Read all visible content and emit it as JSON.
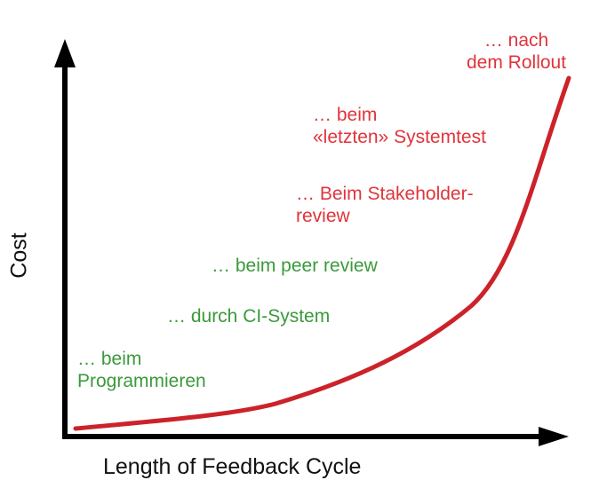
{
  "axes": {
    "y_label": "Cost",
    "x_label": "Length of Feedback Cycle"
  },
  "stages": [
    {
      "lines": [
        "… beim",
        "Programmieren"
      ],
      "color": "green"
    },
    {
      "lines": [
        "… durch CI-System"
      ],
      "color": "green"
    },
    {
      "lines": [
        "… beim peer review"
      ],
      "color": "green"
    },
    {
      "lines": [
        "… Beim Stakeholder-",
        "review"
      ],
      "color": "red"
    },
    {
      "lines": [
        "… beim",
        "«letzten» Systemtest"
      ],
      "color": "red"
    },
    {
      "lines": [
        "… nach",
        "dem Rollout"
      ],
      "color": "red"
    }
  ],
  "colors": {
    "green": "#3a9a3a",
    "red": "#e0343b",
    "curve": "#cc2229",
    "axis": "#000000"
  }
}
